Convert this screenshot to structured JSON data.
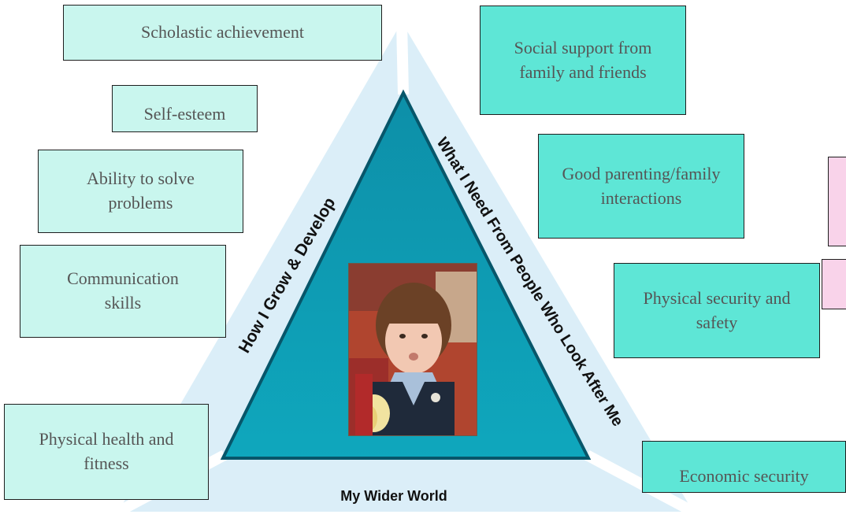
{
  "triangle_labels": {
    "left": "How I Grow & Develop",
    "right": "What I Need From People Who Look After Me",
    "bottom": "My Wider World"
  },
  "left_boxes": [
    "Scholastic achievement",
    "Self-esteem",
    "Ability to solve problems",
    "Communication skills",
    "Physical health and fitness"
  ],
  "right_boxes": [
    "Social support from family and friends",
    "Good parenting/family interactions",
    "Physical security and safety",
    "Economic security"
  ],
  "center_image": "photo of a young girl in school uniform",
  "colors": {
    "outer_triangle": "#dbeef8",
    "inner_triangle": "#0e9ab3",
    "inner_triangle_border": "#07566a",
    "box_light": "#c9f6ee",
    "box_dark": "#5ee6d6",
    "box_pink": "#f9d3ea"
  }
}
